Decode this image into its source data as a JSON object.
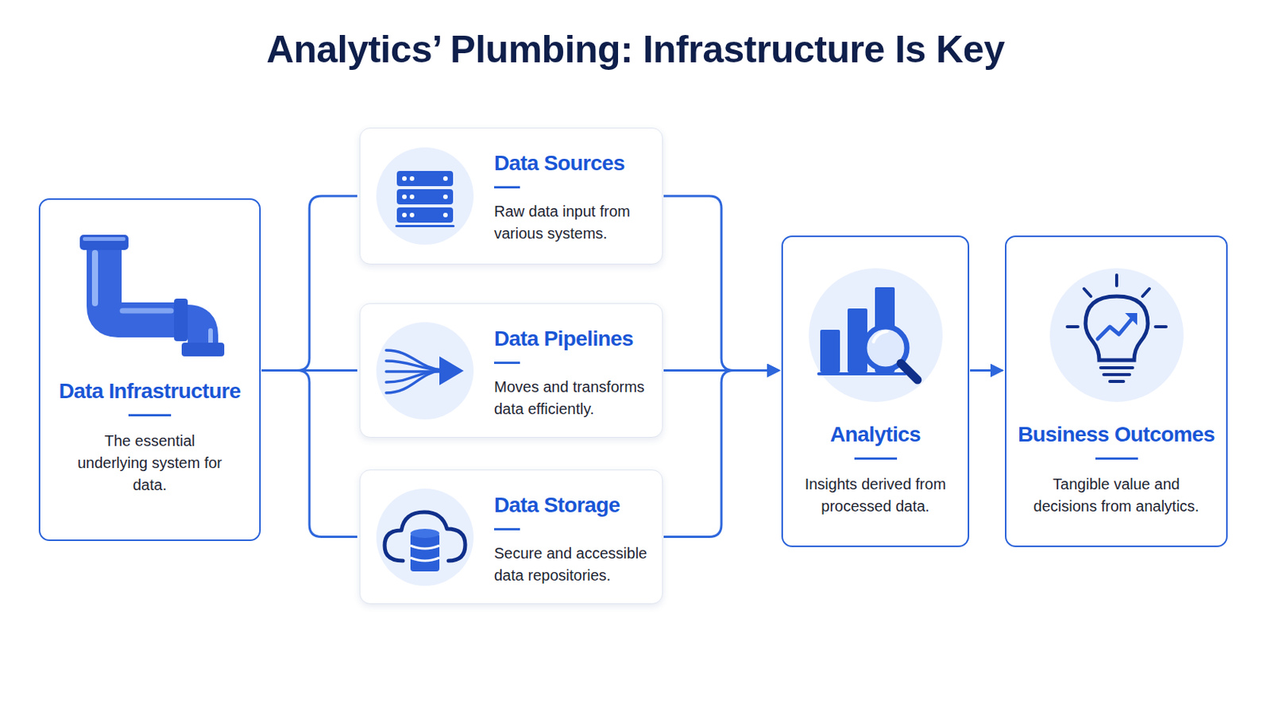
{
  "diagram": {
    "title": "Analytics’ Plumbing: Infrastructure Is Key",
    "nodes": [
      {
        "text": [
          "Data Infrastructure",
          "The essential underlying system for data."
        ]
      },
      {
        "text": [
          "Data Sources",
          "Raw data input from various systems."
        ]
      },
      {
        "text": [
          "Data Pipelines",
          "Moves and transforms data efficiently."
        ]
      },
      {
        "text": [
          "Data Storage",
          "Secure and accessible data repositories."
        ]
      },
      {
        "text": [
          "Analytics",
          "Insights derived from processed data."
        ]
      },
      {
        "text": [
          "Business Outcomes",
          "Tangible value and decisions from analytics."
        ]
      }
    ],
    "edges": [
      {
        "from": 0,
        "to": 1,
        "arrow": "none"
      },
      {
        "from": 0,
        "to": 2,
        "arrow": "none"
      },
      {
        "from": 0,
        "to": 3,
        "arrow": "none"
      },
      {
        "from": 1,
        "to": 4,
        "arrow": "to"
      },
      {
        "from": 2,
        "to": 4,
        "arrow": "to"
      },
      {
        "from": 3,
        "to": 4,
        "arrow": "to"
      },
      {
        "from": 4,
        "to": 5,
        "arrow": "to"
      }
    ]
  }
}
